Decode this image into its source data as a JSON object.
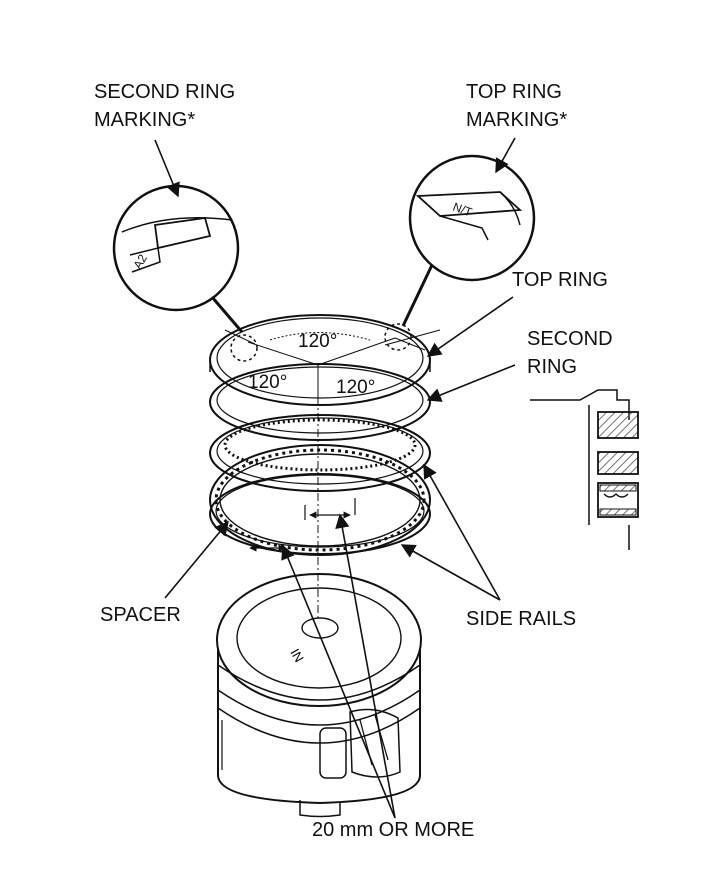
{
  "labels": {
    "second_ring_marking": "SECOND RING\nMARKING*",
    "top_ring_marking": "TOP RING\nMARKING*",
    "top_ring": "TOP RING",
    "second_ring": "SECOND\nRING",
    "spacer": "SPACER",
    "side_rails": "SIDE RAILS",
    "gap_spec": "20 mm OR MORE"
  },
  "angles": {
    "a1": "120°",
    "a2": "120°",
    "a3": "120°"
  },
  "markings": {
    "second_ring_code": "A2",
    "top_ring_code": "N/T",
    "piston_mark": "IN"
  },
  "colors": {
    "line": "#111111",
    "hatch": "#555555",
    "body_fill": "#ffffff"
  }
}
